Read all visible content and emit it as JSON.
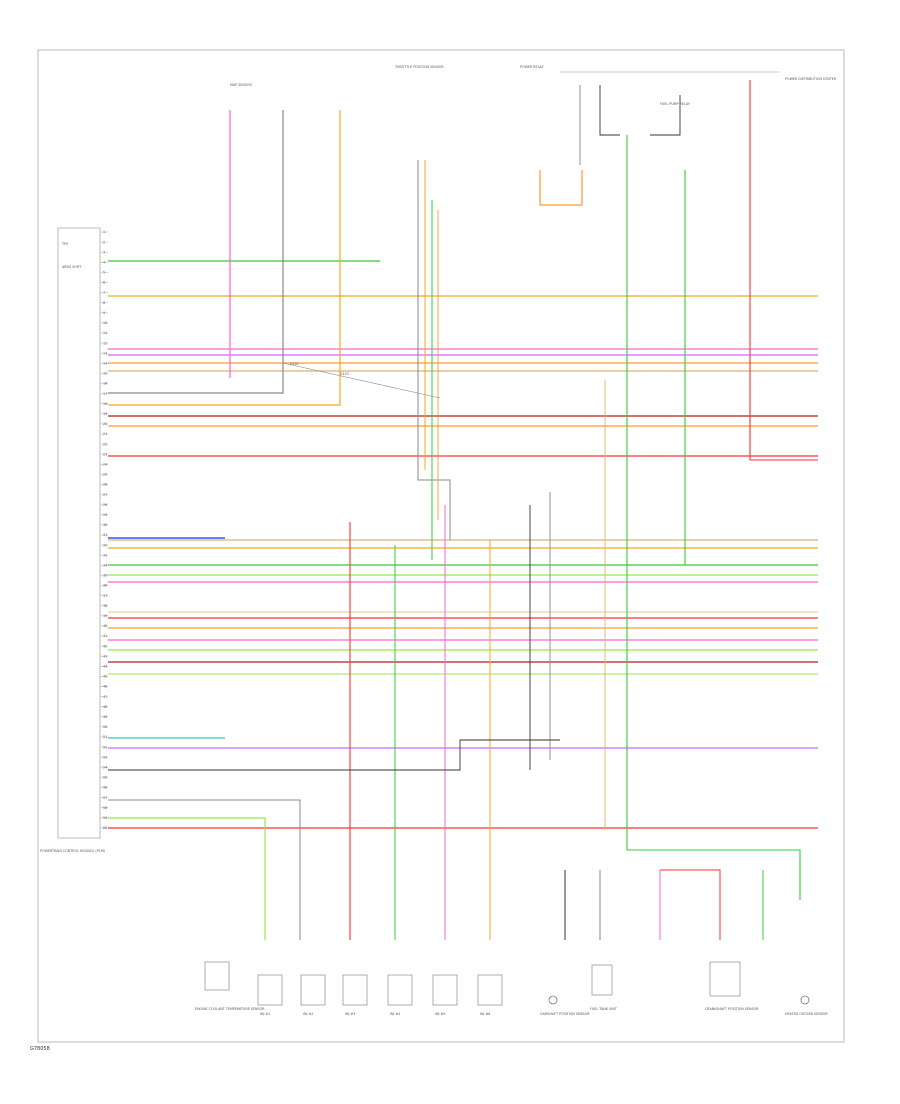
{
  "diagram": {
    "figure_ref": "G78058",
    "pcm_label": "POWERTRAIN CONTROL MODULE (PCM)",
    "pin_numbers": [
      "1",
      "2",
      "3",
      "4",
      "5",
      "6",
      "7",
      "8",
      "9",
      "10",
      "11",
      "12",
      "13",
      "14",
      "15",
      "16",
      "17",
      "18",
      "19",
      "20",
      "21",
      "22",
      "23",
      "24",
      "25",
      "26",
      "27",
      "28",
      "29",
      "30",
      "31",
      "32",
      "33",
      "34",
      "35",
      "36",
      "37",
      "38",
      "39",
      "40",
      "41",
      "42",
      "43",
      "44",
      "45",
      "46",
      "47",
      "48",
      "49",
      "50",
      "51",
      "52",
      "53",
      "54",
      "55",
      "56",
      "57",
      "58",
      "59",
      "60"
    ],
    "pin_functions": [
      "TPS",
      "ARDS SHIFT",
      "",
      "",
      "",
      "",
      "",
      "",
      "",
      "",
      "",
      "",
      "",
      "",
      "",
      "",
      "",
      "",
      "",
      "",
      "",
      "",
      "",
      "",
      "",
      "",
      "",
      "",
      "",
      "",
      "",
      "",
      "",
      "",
      "",
      "",
      "",
      "",
      "",
      "",
      "",
      "",
      "",
      "",
      "",
      "",
      "",
      "",
      "",
      "",
      "",
      "",
      "",
      "",
      "",
      "",
      "",
      "",
      "",
      ""
    ],
    "component_labels": {
      "map_sensor": "MAP SENSOR",
      "throttle_position_sensor": "THROTTLE POSITION SENSOR",
      "ignition_relay": "POWER RELAY",
      "fuel_pump_relay": "FUEL PUMP RELAY",
      "pcm_relay_box": "POWER DISTRIBUTION CENTER",
      "ground_splice_1": "G101",
      "ground_splice_2": "G103",
      "engine_temp_sensor": "ENGINE COOLANT TEMPERATURE SENSOR",
      "fuel_tank": "FUEL TANK UNIT",
      "camshaft_sensor": "CAMSHAFT POSITION SENSOR",
      "crankshaft_sensor": "CRANKSHAFT POSITION SENSOR",
      "oxygen_sensor": "HEATED OXYGEN SENSOR"
    },
    "injector_labels": [
      "INJ #1",
      "INJ #2",
      "INJ #3",
      "INJ #4",
      "INJ #5",
      "INJ #6"
    ],
    "wire_colors": {
      "yellow": "#f5a623",
      "orange": "#ff9933",
      "pink": "#ff66cc",
      "violet": "#cc66ff",
      "red": "#ff3333",
      "dark_red": "#b22222",
      "green": "#33cc33",
      "light_green": "#99e64d",
      "blue": "#3355ff",
      "cyan": "#33cccc",
      "gray": "#888888",
      "black": "#333333",
      "tan": "#e0b070"
    }
  }
}
